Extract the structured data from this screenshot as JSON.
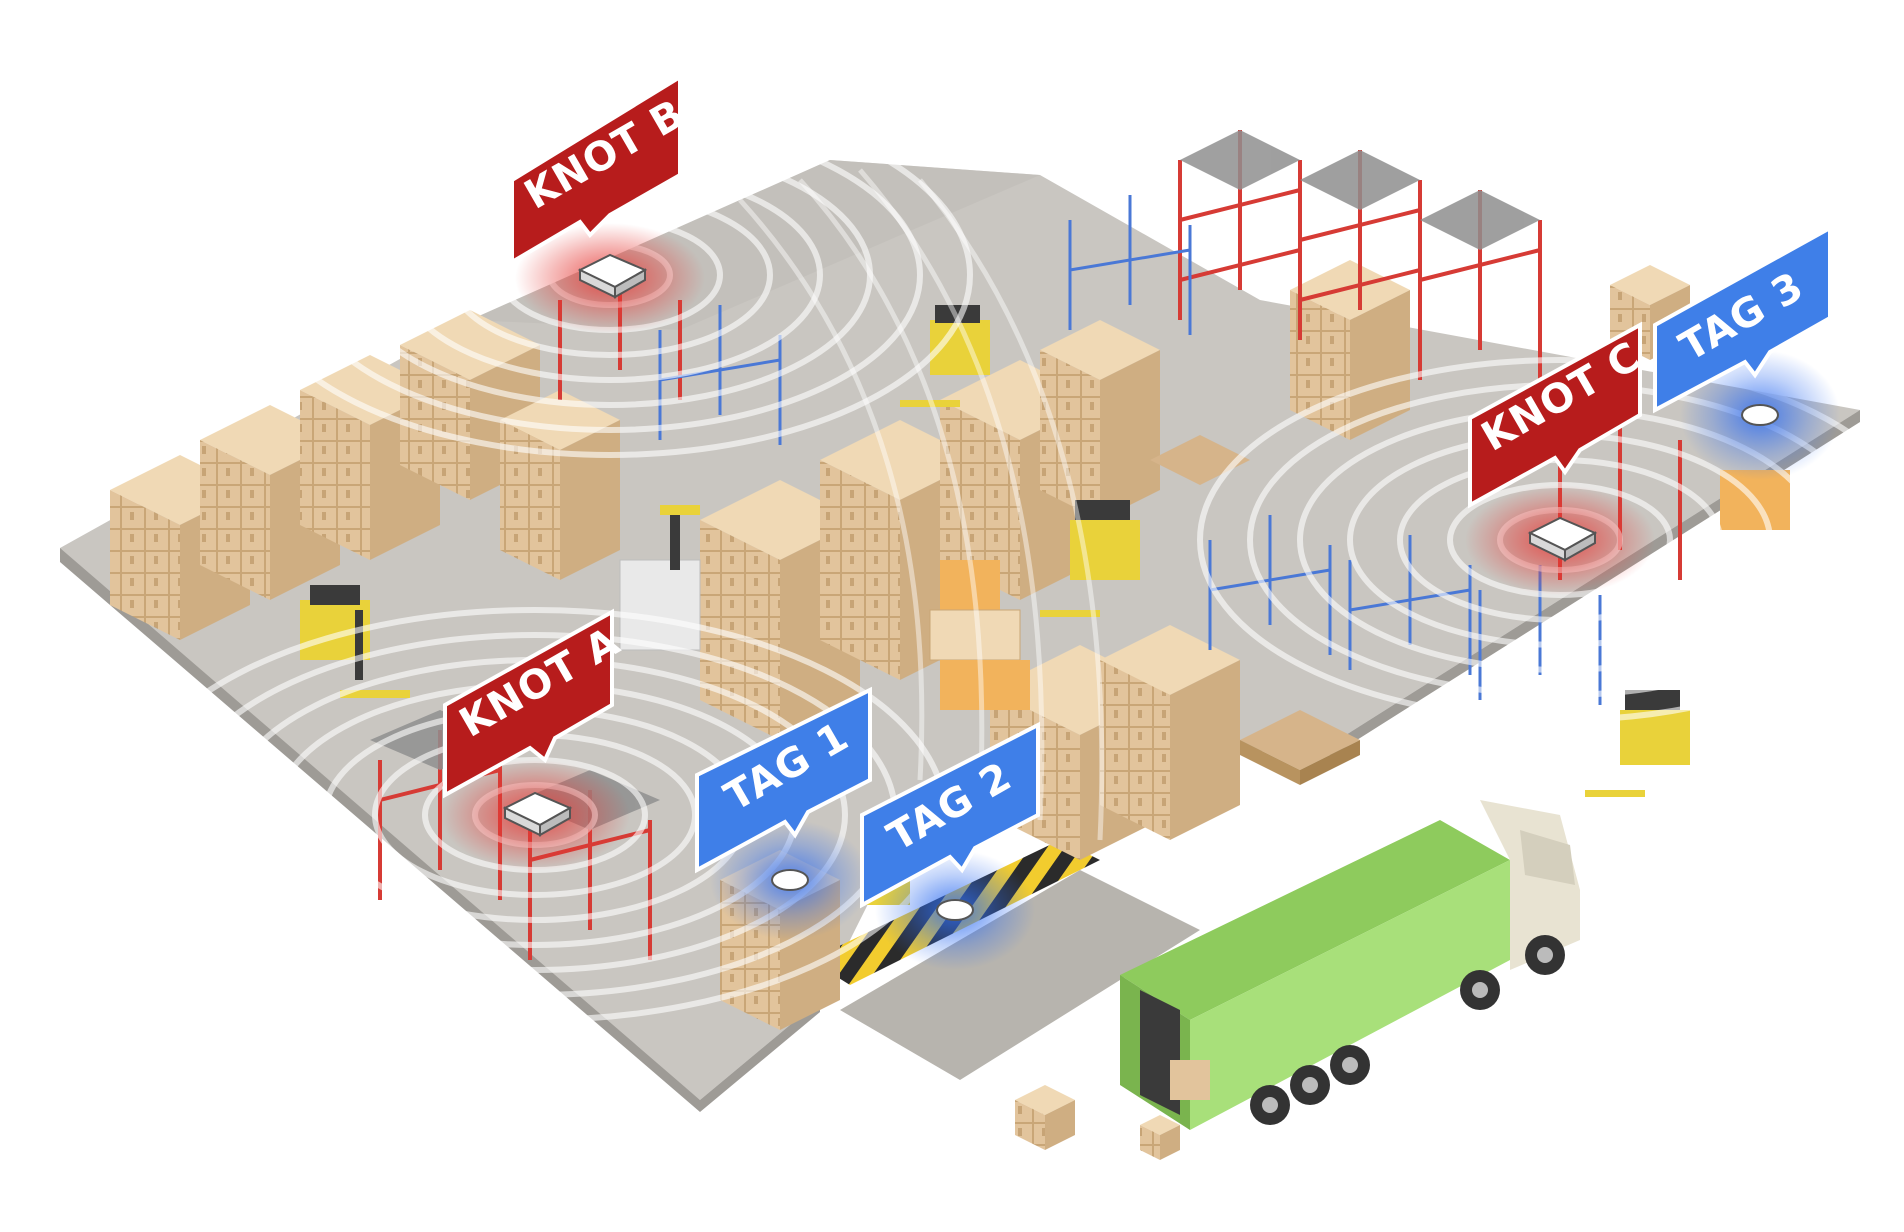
{
  "labels": {
    "knot_a": "KNOT A",
    "knot_b": "KNOT B",
    "knot_c": "KNOT C",
    "tag_1": "TAG 1",
    "tag_2": "TAG 2",
    "tag_3": "TAG 3"
  },
  "colors": {
    "knot": "#b71c1c",
    "tag": "#3f7fe8",
    "floor": "#c9c6c1",
    "floor_side": "#9e9b96",
    "box": "#e2c49c",
    "box_dark": "#c9a677",
    "rack_red": "#d63b35",
    "rack_blue": "#4a78d6",
    "forklift": "#e9d23a",
    "truck_body": "#a8e07a",
    "truck_cab": "#e8e3d2",
    "ring": "#ffffff",
    "hazard": "#f2cc2e"
  },
  "icons": [
    "knot-beacon-icon",
    "tag-beacon-icon",
    "forklift-icon",
    "truck-icon",
    "rack-icon",
    "pallet-box-icon"
  ]
}
